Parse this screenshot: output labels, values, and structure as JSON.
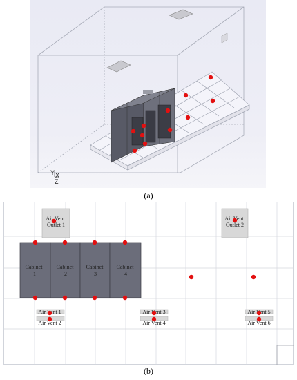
{
  "captions": {
    "a": "(a)",
    "b": "(b)"
  },
  "axis_labels": {
    "y": "Y",
    "x": "X",
    "z": "Z"
  },
  "plan": {
    "outlets": [
      "Air Vent\nOutlet 1",
      "Air Vent\nOutlet 2"
    ],
    "cabinets": [
      "Cabinet\n1",
      "Cabinet\n2",
      "Cabinet\n3",
      "Cabinet\n4"
    ],
    "vents": [
      "Air Vent 1",
      "Air Vent 2",
      "Air Vent 3",
      "Air Vent 4",
      "Air Vent 5",
      "Air Vent 6"
    ]
  },
  "colors": {
    "sensor": "#e31010",
    "cabinet": "#6b6d7a",
    "vent_box": "#d8d8d8"
  }
}
